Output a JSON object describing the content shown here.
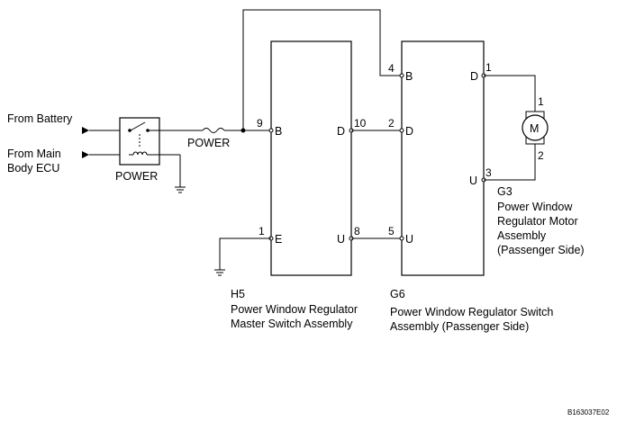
{
  "inputs": {
    "from_battery": "From Battery",
    "from_main_line1": "From Main",
    "from_main_line2": "Body ECU"
  },
  "relay": {
    "label": "POWER"
  },
  "fuse": {
    "label": "POWER"
  },
  "master_switch": {
    "code": "H5",
    "name_line1": "Power Window Regulator",
    "name_line2": "Master Switch Assembly",
    "pins": {
      "b_num": "9",
      "b": "B",
      "e_num": "1",
      "e": "E",
      "d_num": "10",
      "d": "D",
      "u_num": "8",
      "u": "U"
    }
  },
  "passenger_switch": {
    "code": "G6",
    "name_line1": "Power Window Regulator Switch",
    "name_line2": "Assembly (Passenger Side)",
    "pins": {
      "b_num": "4",
      "b": "B",
      "d_left_num": "2",
      "d_left": "D",
      "u_left_num": "5",
      "u_left": "U",
      "d_right_num": "1",
      "d_right": "D",
      "u_right_num": "3",
      "u_right": "U"
    }
  },
  "motor": {
    "code": "G3",
    "symbol": "M",
    "pin_top": "1",
    "pin_bottom": "2",
    "name_line1": "Power Window",
    "name_line2": "Regulator Motor",
    "name_line3": "Assembly",
    "name_line4": "(Passenger Side)"
  },
  "figure_id": "B163037E02"
}
